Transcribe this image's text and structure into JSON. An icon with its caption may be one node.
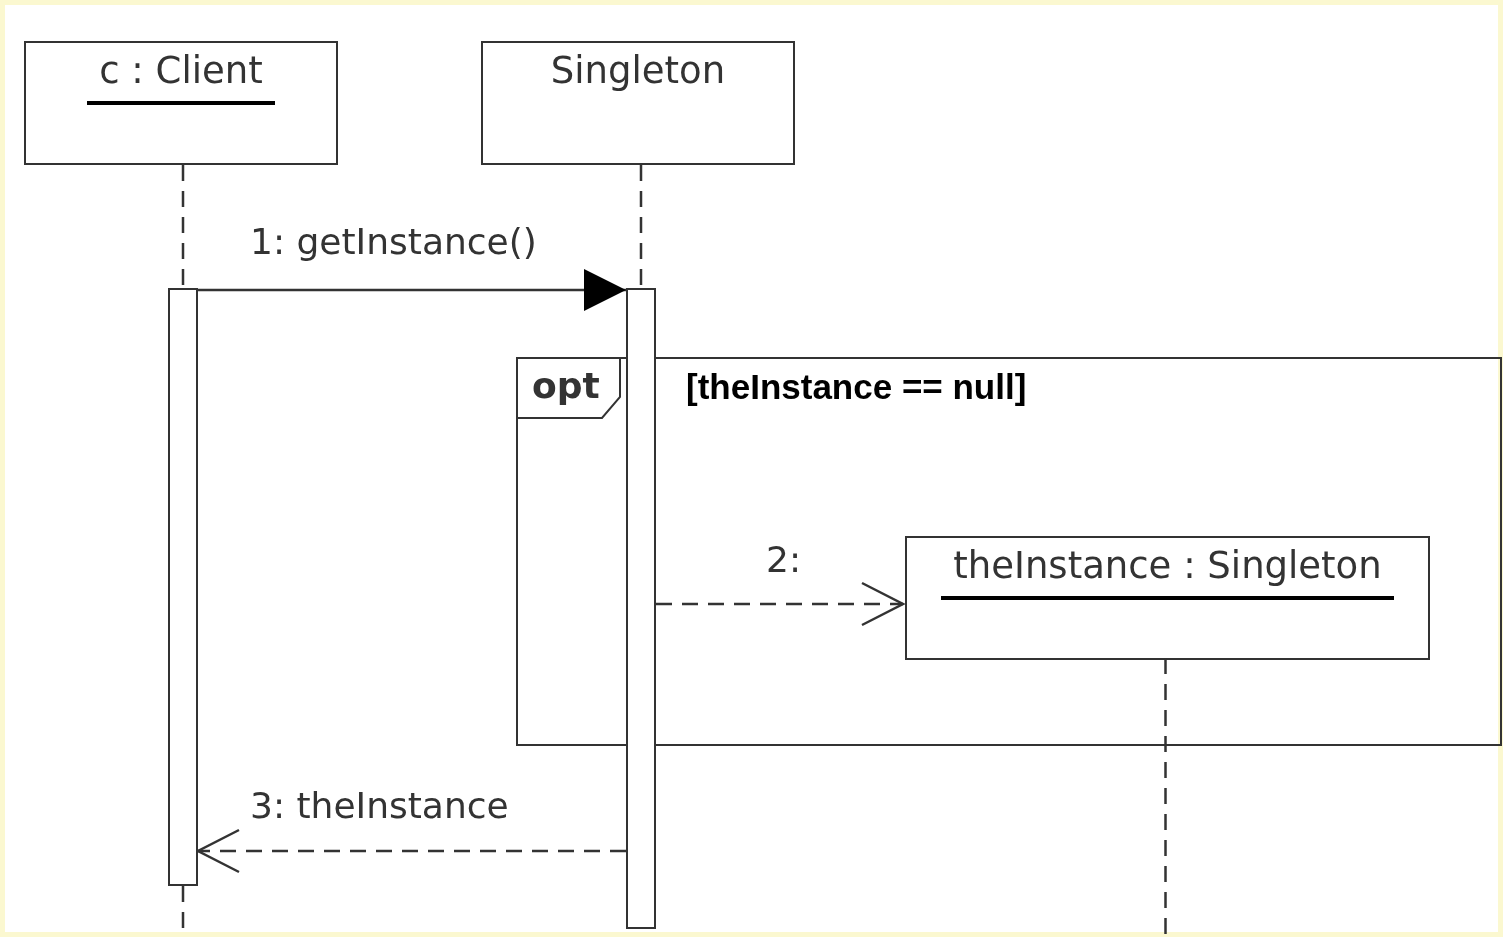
{
  "diagram": {
    "nodes": [
      {
        "text": [
          "c : Client"
        ]
      },
      {
        "text": [
          "Singleton"
        ]
      },
      {
        "text": [],
        "shape": "bar"
      },
      {
        "text": [],
        "shape": "bar"
      },
      {
        "text": [
          "opt",
          "[theInstance == null]"
        ]
      },
      {
        "text": [
          "theInstance : Singleton"
        ],
        "in": 4
      }
    ],
    "edges": [
      {
        "from": 0,
        "to": 2,
        "arrow": "none",
        "style": "dashed"
      },
      {
        "from": 1,
        "to": 3,
        "arrow": "none",
        "style": "dashed"
      },
      {
        "from": 2,
        "to": 3,
        "arrow": "to",
        "label": "1: getInstance()"
      },
      {
        "from": 3,
        "to": 5,
        "arrow": "to",
        "label": "2:",
        "style": "dashed"
      },
      {
        "from": 3,
        "to": 2,
        "arrow": "to",
        "label": "3: theInstance",
        "style": "dashed"
      },
      {
        "from": 2,
        "to": null,
        "arrow": "none",
        "style": "dashed"
      },
      {
        "from": 5,
        "to": null,
        "arrow": "none",
        "style": "dashed"
      }
    ]
  }
}
